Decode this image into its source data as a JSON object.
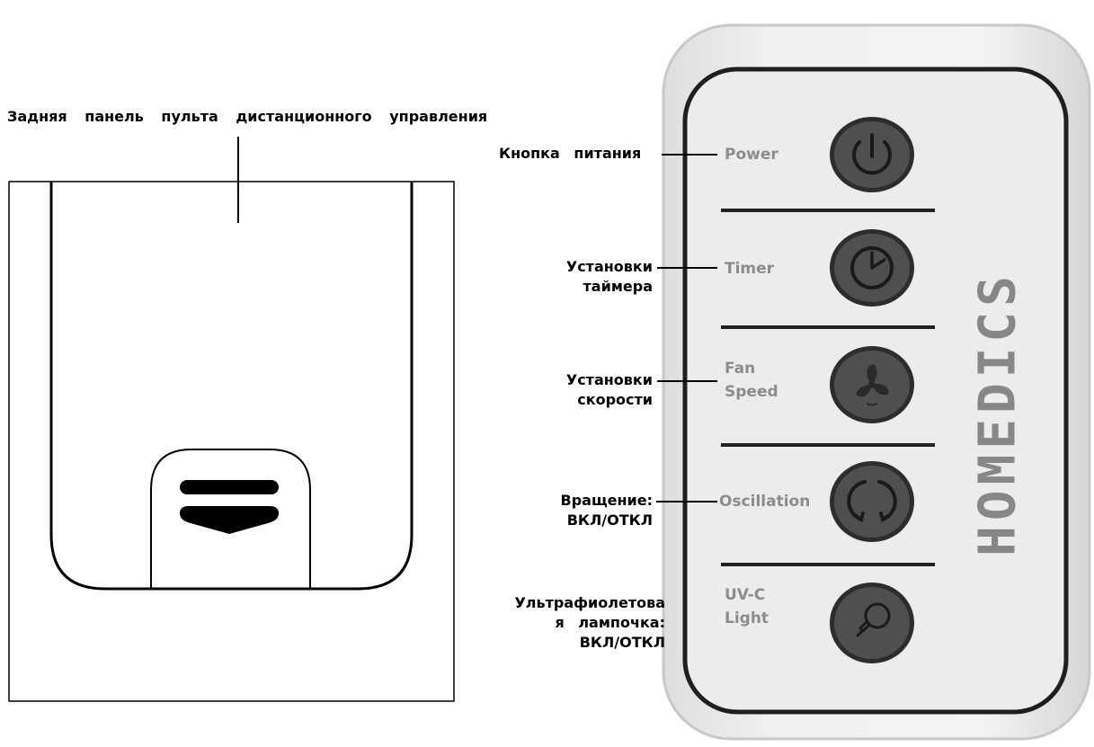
{
  "back_panel": {
    "title": "Задняя панель пульта дистанционного управления"
  },
  "remote": {
    "brand": "HOMEDICS",
    "buttons": [
      {
        "label": "Power"
      },
      {
        "label": "Timer"
      },
      {
        "label_line1": "Fan",
        "label_line2": "Speed"
      },
      {
        "label": "Oscillation"
      },
      {
        "label_line1": "UV-C",
        "label_line2": "Light"
      }
    ]
  },
  "callouts": {
    "power": "Кнопка питания",
    "timer": {
      "line1": "Установки",
      "line2": "таймера"
    },
    "fan": {
      "line1": "Установки",
      "line2": "скорости"
    },
    "oscillation": {
      "line1": "Вращение:",
      "line2": "ВКЛ/ОТКЛ"
    },
    "uv": {
      "line1": "Ультрафиолетова",
      "line2": "я лампочка:",
      "line3": "ВКЛ/ОТКЛ"
    }
  },
  "colors": {
    "button_fill": "#4f4f4f",
    "remote_body": "#ececec",
    "label_gray": "#8c8c8c"
  }
}
